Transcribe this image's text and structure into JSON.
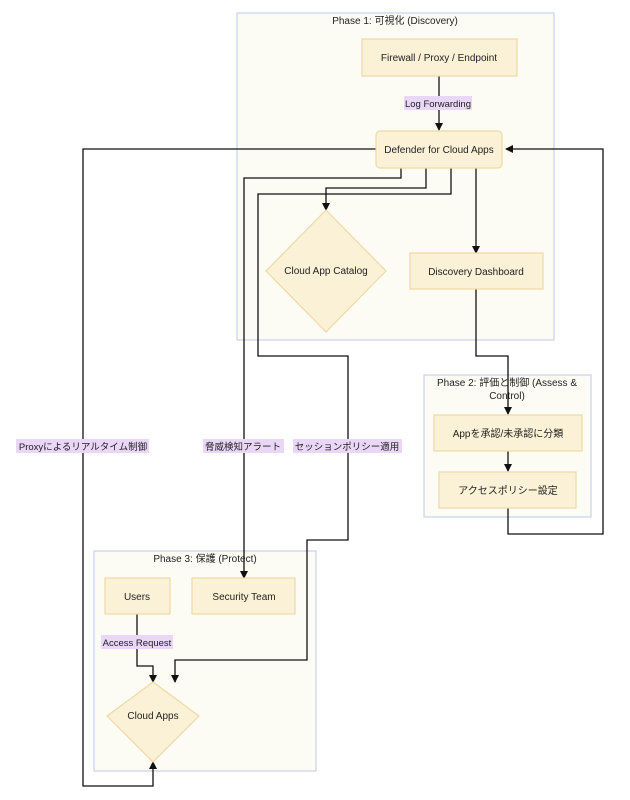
{
  "phases": {
    "discovery": {
      "title": "Phase 1: 可視化 (Discovery)"
    },
    "assess": {
      "title_line1": "Phase 2: 評価と制御 (Assess &",
      "title_line2": "Control)"
    },
    "protect": {
      "title": "Phase 3: 保護 (Protect)"
    }
  },
  "nodes": {
    "firewall": "Firewall / Proxy / Endpoint",
    "defender": "Defender for Cloud Apps",
    "catalog": "Cloud App Catalog",
    "dashboard": "Discovery Dashboard",
    "classify": "Appを承認/未承認に分類",
    "access_policy": "アクセスポリシー設定",
    "users": "Users",
    "security_team": "Security Team",
    "cloud_apps": "Cloud Apps"
  },
  "edge_labels": {
    "log_forwarding": "Log Forwarding",
    "realtime_control": "Proxyによるリアルタイム制御",
    "threat_alert": "脅威検知アラート",
    "session_policy": "セッションポリシー適用",
    "access_request": "Access Request"
  }
}
